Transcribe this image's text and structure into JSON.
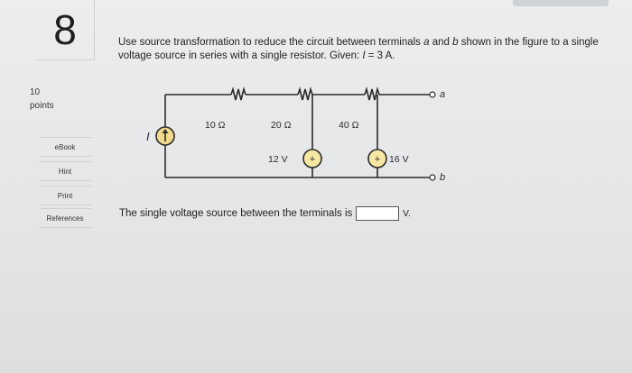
{
  "question": {
    "number": "8",
    "points_value": "10",
    "points_label": "points",
    "text_part1": "Use source transformation to reduce the circuit between terminals ",
    "terminal_a": "a",
    "text_part2": " and ",
    "terminal_b": "b",
    "text_part3": " shown in the figure to a single voltage source in series with a single resistor. Given: ",
    "given_var": "I",
    "given_value": " = 3 A."
  },
  "sidebar": {
    "ebook": "eBook",
    "hint": "Hint",
    "print": "Print",
    "references": "References"
  },
  "circuit": {
    "current_source_label": "I",
    "r1": "10 Ω",
    "r2": "20 Ω",
    "r3": "40 Ω",
    "v1": "12 V",
    "v2": "16 V",
    "plus": "+",
    "terminal_a": "a",
    "terminal_b": "b"
  },
  "answer": {
    "prompt": "The single voltage source between the terminals is",
    "value": "",
    "unit": "V."
  }
}
